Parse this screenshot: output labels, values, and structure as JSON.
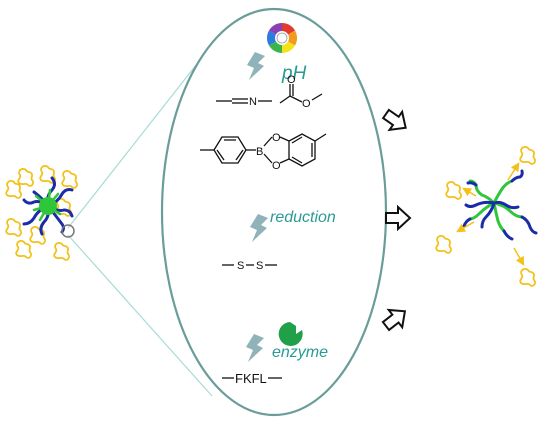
{
  "stimuli": {
    "ph": "pH",
    "reduction": "reduction",
    "enzyme": "enzyme"
  },
  "chemistry": {
    "imine_atom": "N",
    "boronate_atom": "B",
    "oxygen_atom": "O",
    "disulfide_atom": "S",
    "peptide": "FKFL"
  },
  "icons": {
    "stimulus": "lightning-bolt-icon",
    "ph_indicator": "color-wheel-icon",
    "enzyme_shape": "pacman-enzyme-icon",
    "release_arrow": "hollow-arrow-icon"
  },
  "colors": {
    "ellipse_border": "#6a9d9a",
    "label_teal": "#2a9a95",
    "bolt": "#8fb3b8",
    "enzyme_green": "#21a04a",
    "core_green": "#2fc63a",
    "chain_blue": "#1b2ca8",
    "drug_yellow": "#f2c21b",
    "zoom_lines": "#a6dcd6"
  }
}
